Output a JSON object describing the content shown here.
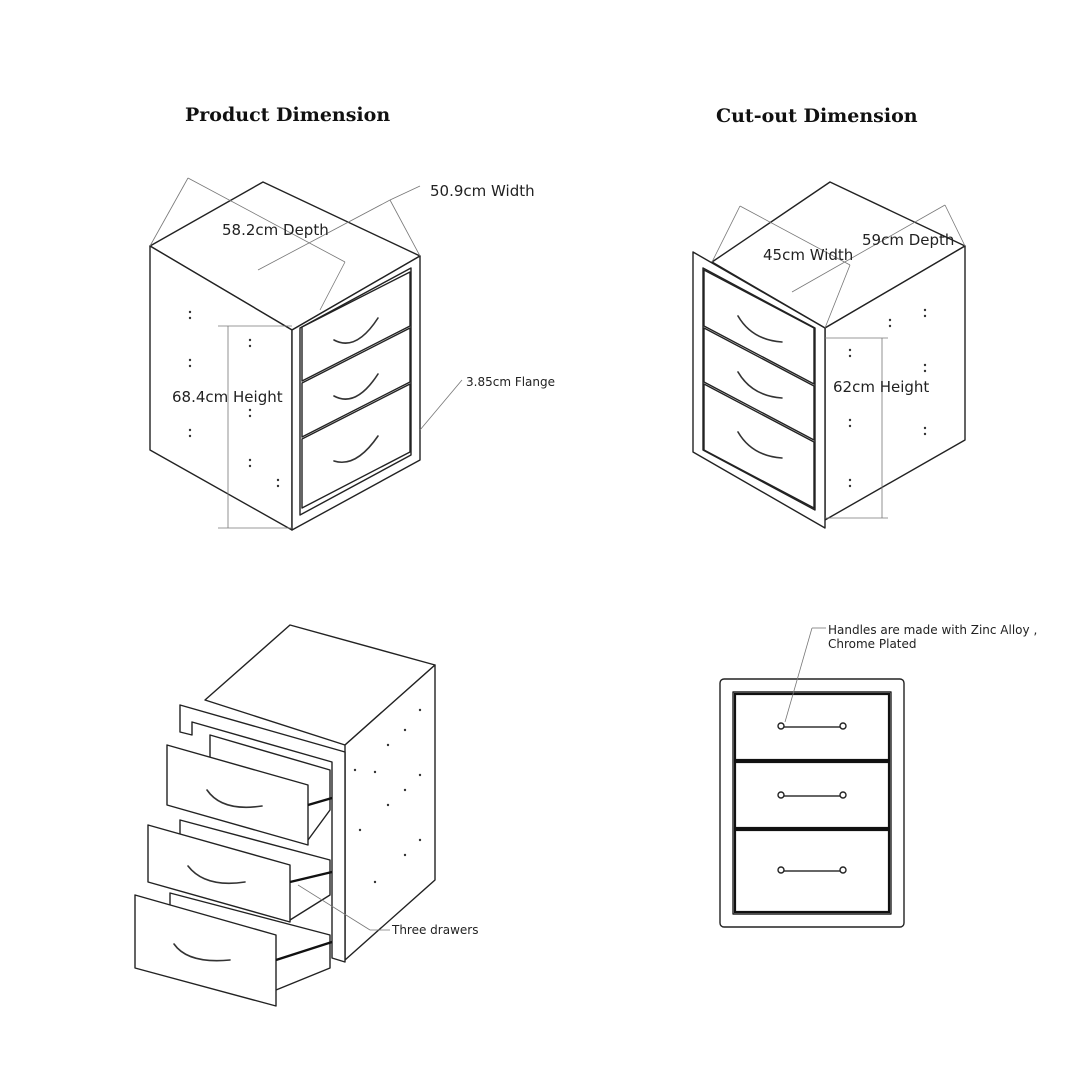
{
  "titles": {
    "product": "Product Dimension",
    "cutout": "Cut-out Dimension"
  },
  "product_dimensions": {
    "width": "50.9cm Width",
    "depth": "58.2cm Depth",
    "height": "68.4cm Height",
    "flange": "3.85cm Flange"
  },
  "cutout_dimensions": {
    "width": "45cm Width",
    "depth": "59cm Depth",
    "height": "62cm Height"
  },
  "callouts": {
    "drawers": "Three drawers",
    "handles_line1": "Handles are made with Zinc Alloy ,",
    "handles_line2": "Chrome Plated"
  }
}
